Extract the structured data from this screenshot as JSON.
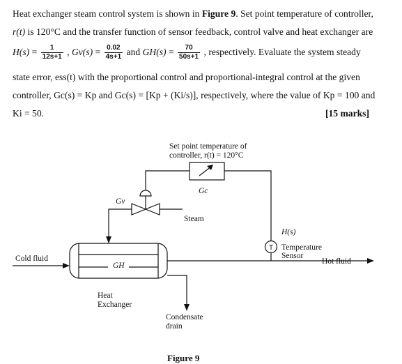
{
  "question": {
    "l1_a": "Heat exchanger steam control system is shown in ",
    "l1_fig": "Figure 9",
    "l1_b": ". Set point temperature of controller,",
    "l2_r": "r(t)",
    "l2_b": " is 120°C and the transfer function of sensor feedback, control valve and heat exchanger are",
    "l3_H": "H(s)",
    "l3_eq": " = ",
    "l3_Hnum": "1",
    "l3_Hden": "12s+1",
    "l3_sep": " , ",
    "l3_Gv": "Gv(s)",
    "l3_Gvnum": "0.02",
    "l3_Gvden": "4s+1",
    "l3_and": " and ",
    "l3_GH": "GH(s)",
    "l3_GHnum": "70",
    "l3_GHden": "50s+1",
    "l3_end": " , respectively. Evaluate the system steady",
    "l4": "state error, ess(t) with the proportional control and proportional-integral control at the given",
    "l5": "controller, Gc(s) = Kp and Gc(s) = [Kp + (Ki/s)], respectively, where the value of Kp = 100 and",
    "l6": "Ki = 50.",
    "marks": "[15 marks]"
  },
  "diagram": {
    "setpoint_line1": "Set point temperature of",
    "setpoint_line2": "controller, r(t) = 120°C",
    "gc": "Gc",
    "gv": "Gv",
    "gh": "GH",
    "steam": "Steam",
    "h_s": "H(s)",
    "sensor_symbol": "T",
    "temp_line1": "Temperature",
    "temp_line2": "Sensor",
    "cold_fluid": "Cold fluid",
    "hot_fluid": "Hot fluid",
    "hx_line1": "Heat",
    "hx_line2": "Exchanger",
    "drain_line1": "Condensate",
    "drain_line2": "drain"
  },
  "figure_caption": "Figure 9"
}
